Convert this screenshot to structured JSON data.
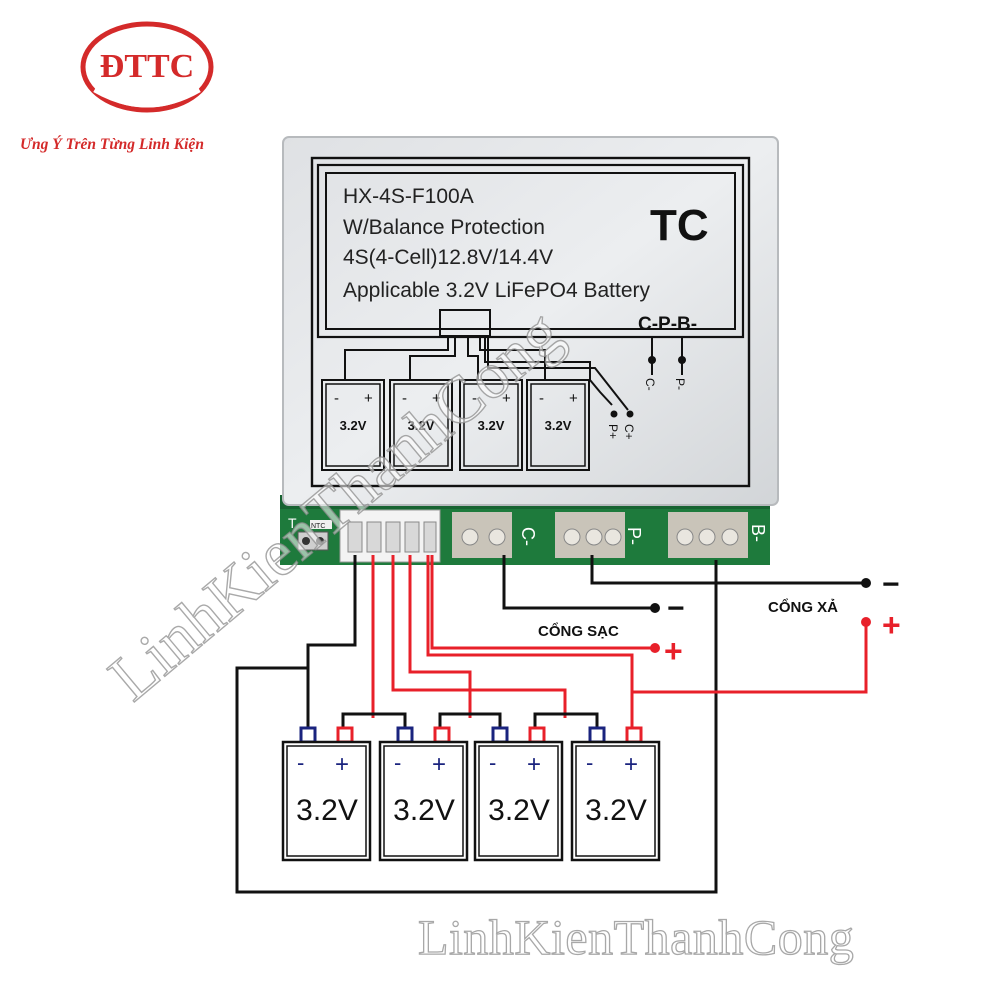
{
  "logo": {
    "text": "ĐTTC"
  },
  "tagline": "Ưng Ý Trên Từng Linh Kiện",
  "watermark": "LinhKienThanhCong",
  "board": {
    "model": "HX-4S-F100A",
    "feature": "W/Balance Protection",
    "spec": "4S(4-Cell)12.8V/14.4V",
    "battery": "Applicable 3.2V LiFePO4 Battery",
    "brand": "TC",
    "terminals_label": "C-P-B-",
    "c_minus": "C-",
    "p_minus": "P-",
    "p_plus": "P+",
    "c_plus": "C+",
    "cell_label": "3.2V",
    "cell_minus": "-",
    "cell_plus": "+",
    "pcb_t": "T",
    "pcb_ntc": "NTC",
    "pcb_c": "C-",
    "pcb_p": "P-",
    "pcb_b": "B-"
  },
  "wiring": {
    "charge_port": "CỔNG SẠC",
    "discharge_port": "CỔNG XẢ",
    "minus_sign": "−",
    "plus_sign": "+",
    "cell_label": "3.2V",
    "cell_minus": "-",
    "cell_plus": "+"
  },
  "colors": {
    "brand_red": "#d42a2a",
    "wire_red": "#e8202a",
    "wire_black": "#111111",
    "pcb_green": "#1e7a3c",
    "terminal_blue": "#1a237e"
  }
}
